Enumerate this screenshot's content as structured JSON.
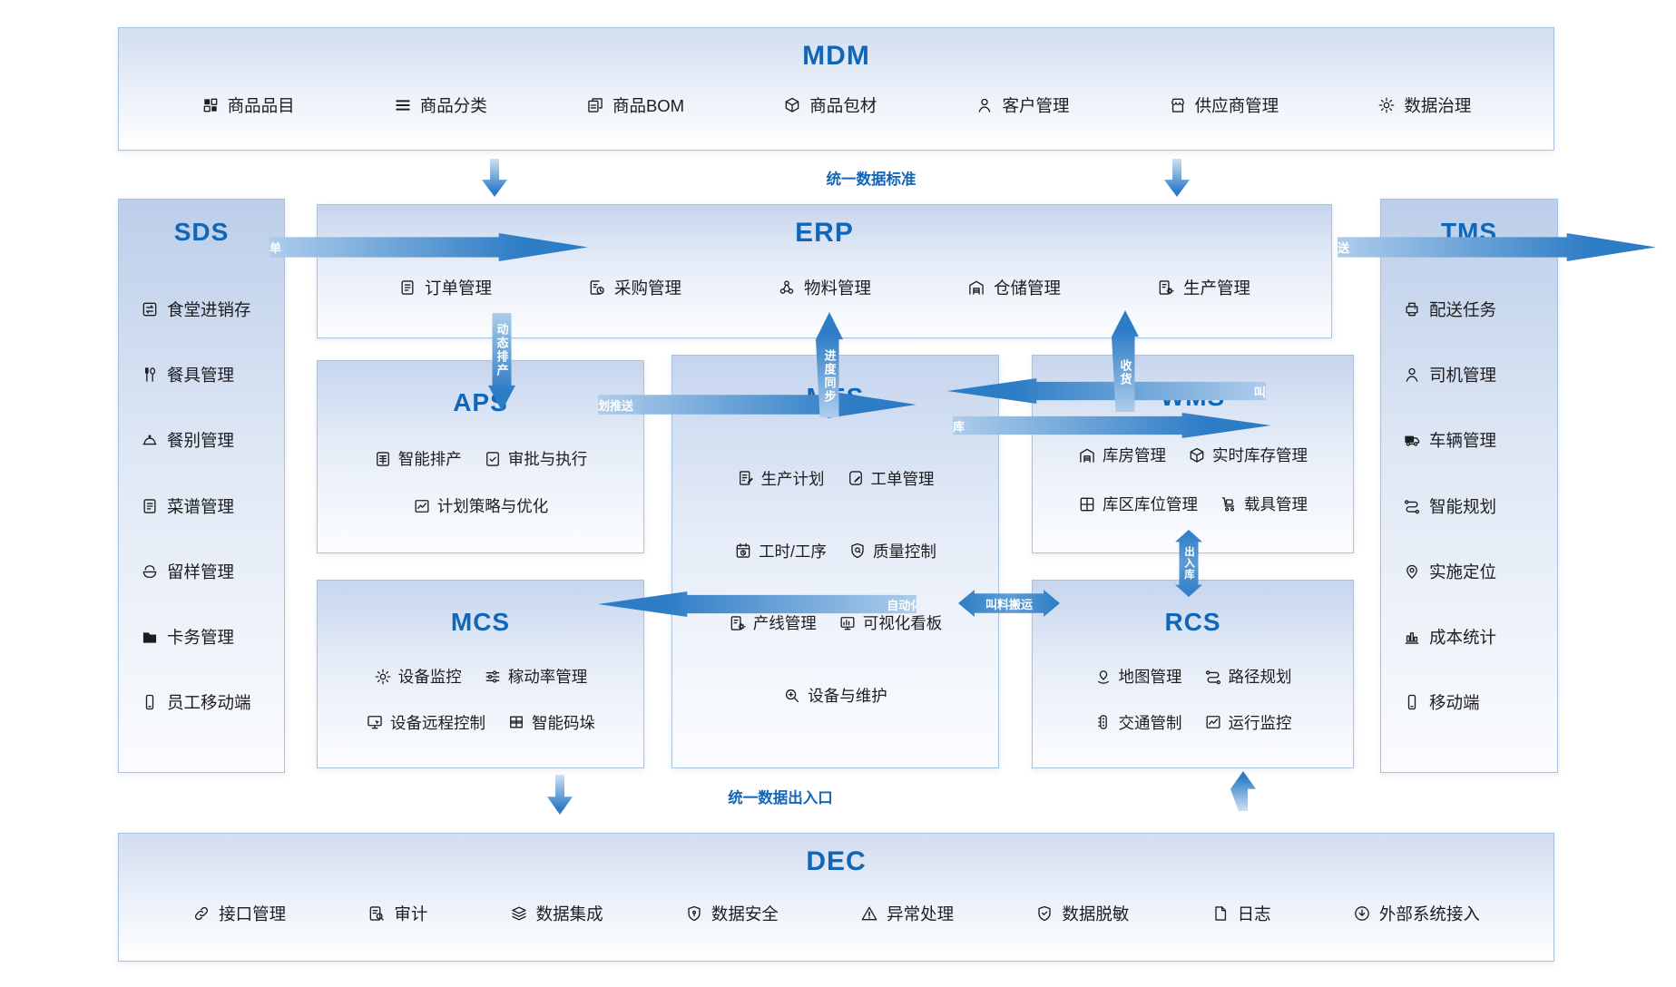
{
  "colors": {
    "accent": "#1166b8",
    "arrow_blue": "#2d7cc6",
    "box_border": "#a5c2e3"
  },
  "sections": {
    "mdm": {
      "title": "MDM",
      "items": [
        {
          "icon": "grid-icon",
          "label": "商品品目"
        },
        {
          "icon": "list-icon",
          "label": "商品分类"
        },
        {
          "icon": "bom-doc-icon",
          "label": "商品BOM"
        },
        {
          "icon": "package-box-icon",
          "label": "商品包材"
        },
        {
          "icon": "person-icon",
          "label": "客户管理"
        },
        {
          "icon": "store-icon",
          "label": "供应商管理"
        },
        {
          "icon": "gear-icon",
          "label": "数据治理"
        }
      ]
    },
    "sds": {
      "title": "SDS",
      "items": [
        {
          "icon": "inventory-flow-icon",
          "label": "食堂进销存"
        },
        {
          "icon": "tableware-icon",
          "label": "餐具管理"
        },
        {
          "icon": "cloche-icon",
          "label": "餐别管理"
        },
        {
          "icon": "doc-lines-icon",
          "label": "菜谱管理"
        },
        {
          "icon": "bowl-icon",
          "label": "留样管理"
        },
        {
          "icon": "folder-icon",
          "label": "卡务管理"
        },
        {
          "icon": "mobile-icon",
          "label": "员工移动端"
        }
      ]
    },
    "erp": {
      "title": "ERP",
      "items": [
        {
          "icon": "doc-lines-icon",
          "label": "订单管理"
        },
        {
          "icon": "doc-clock-icon",
          "label": "采购管理"
        },
        {
          "icon": "molecule-icon",
          "label": "物料管理"
        },
        {
          "icon": "warehouse-icon",
          "label": "仓储管理"
        },
        {
          "icon": "doc-gear-icon",
          "label": "生产管理"
        }
      ]
    },
    "tms": {
      "title": "TMS",
      "items": [
        {
          "icon": "printer-icon",
          "label": "配送任务"
        },
        {
          "icon": "person-icon",
          "label": "司机管理"
        },
        {
          "icon": "truck-icon",
          "label": "车辆管理"
        },
        {
          "icon": "route-icon",
          "label": "智能规划"
        },
        {
          "icon": "pin-icon",
          "label": "实施定位"
        },
        {
          "icon": "bar-chart-icon",
          "label": "成本统计"
        },
        {
          "icon": "mobile-icon",
          "label": "移动端"
        }
      ]
    },
    "aps": {
      "title": "APS",
      "items": [
        {
          "icon": "schedule-doc-icon",
          "label": "智能排产"
        },
        {
          "icon": "check-doc-icon",
          "label": "审批与执行"
        },
        {
          "icon": "chart-line-icon",
          "label": "计划策略与优化"
        }
      ]
    },
    "mes": {
      "title": "MES",
      "items": [
        {
          "icon": "doc-pencil-icon",
          "label": "生产计划"
        },
        {
          "icon": "clipboard-pencil-icon",
          "label": "工单管理"
        },
        {
          "icon": "calendar-clock-icon",
          "label": "工时/工序"
        },
        {
          "icon": "shield-q-icon",
          "label": "质量控制"
        },
        {
          "icon": "doc-gear-icon",
          "label": "产线管理"
        },
        {
          "icon": "dashboard-icon",
          "label": "可视化看板"
        },
        {
          "icon": "magnifier-icon",
          "label": "设备与维护"
        }
      ]
    },
    "wms": {
      "title": "WMS",
      "items": [
        {
          "icon": "warehouse-icon",
          "label": "库房管理"
        },
        {
          "icon": "cube-icon",
          "label": "实时库存管理"
        },
        {
          "icon": "bins-icon",
          "label": "库区库位管理"
        },
        {
          "icon": "cart-icon",
          "label": "载具管理"
        }
      ]
    },
    "mcs": {
      "title": "MCS",
      "items": [
        {
          "icon": "gear-icon",
          "label": "设备监控"
        },
        {
          "icon": "sliders-icon",
          "label": "稼动率管理"
        },
        {
          "icon": "monitor-cursor-icon",
          "label": "设备远程控制"
        },
        {
          "icon": "pallet-icon",
          "label": "智能码垛"
        }
      ]
    },
    "rcs": {
      "title": "RCS",
      "items": [
        {
          "icon": "map-pin-icon",
          "label": "地图管理"
        },
        {
          "icon": "route-icon",
          "label": "路径规划"
        },
        {
          "icon": "traffic-light-icon",
          "label": "交通管制"
        },
        {
          "icon": "chart-line-icon",
          "label": "运行监控"
        }
      ]
    },
    "dec": {
      "title": "DEC",
      "items": [
        {
          "icon": "link-icon",
          "label": "接口管理"
        },
        {
          "icon": "doc-magnifier-icon",
          "label": "审计"
        },
        {
          "icon": "layers-icon",
          "label": "数据集成"
        },
        {
          "icon": "shield-icon",
          "label": "数据安全"
        },
        {
          "icon": "warning-icon",
          "label": "异常处理"
        },
        {
          "icon": "shield-check-icon",
          "label": "数据脱敏"
        },
        {
          "icon": "file-icon",
          "label": "日志"
        },
        {
          "icon": "circle-down-icon",
          "label": "外部系统接入"
        }
      ]
    }
  },
  "flows": {
    "top_label": "统一数据标准",
    "bottom_label": "统一数据出入口",
    "arrows": [
      {
        "id": "order",
        "label": "下单",
        "dir": "right"
      },
      {
        "id": "delivery",
        "label": "配送",
        "dir": "right"
      },
      {
        "id": "dynamic-scheduling",
        "label": "动态排产",
        "dir": "down"
      },
      {
        "id": "plan-push",
        "label": "排产计划推送",
        "dir": "right"
      },
      {
        "id": "progress-sync",
        "label": "进度同步",
        "dir": "up"
      },
      {
        "id": "material-call",
        "label": "叫料",
        "dir": "left"
      },
      {
        "id": "stock-return",
        "label": "退库",
        "dir": "right"
      },
      {
        "id": "receiving",
        "label": "收货",
        "dir": "up"
      },
      {
        "id": "auto-production",
        "label": "自动化生产",
        "dir": "left"
      },
      {
        "id": "material-transport",
        "label": "叫料搬运",
        "dir": "both-horizontal"
      },
      {
        "id": "in-out-stock",
        "label": "出入库",
        "dir": "both-vertical"
      }
    ]
  }
}
